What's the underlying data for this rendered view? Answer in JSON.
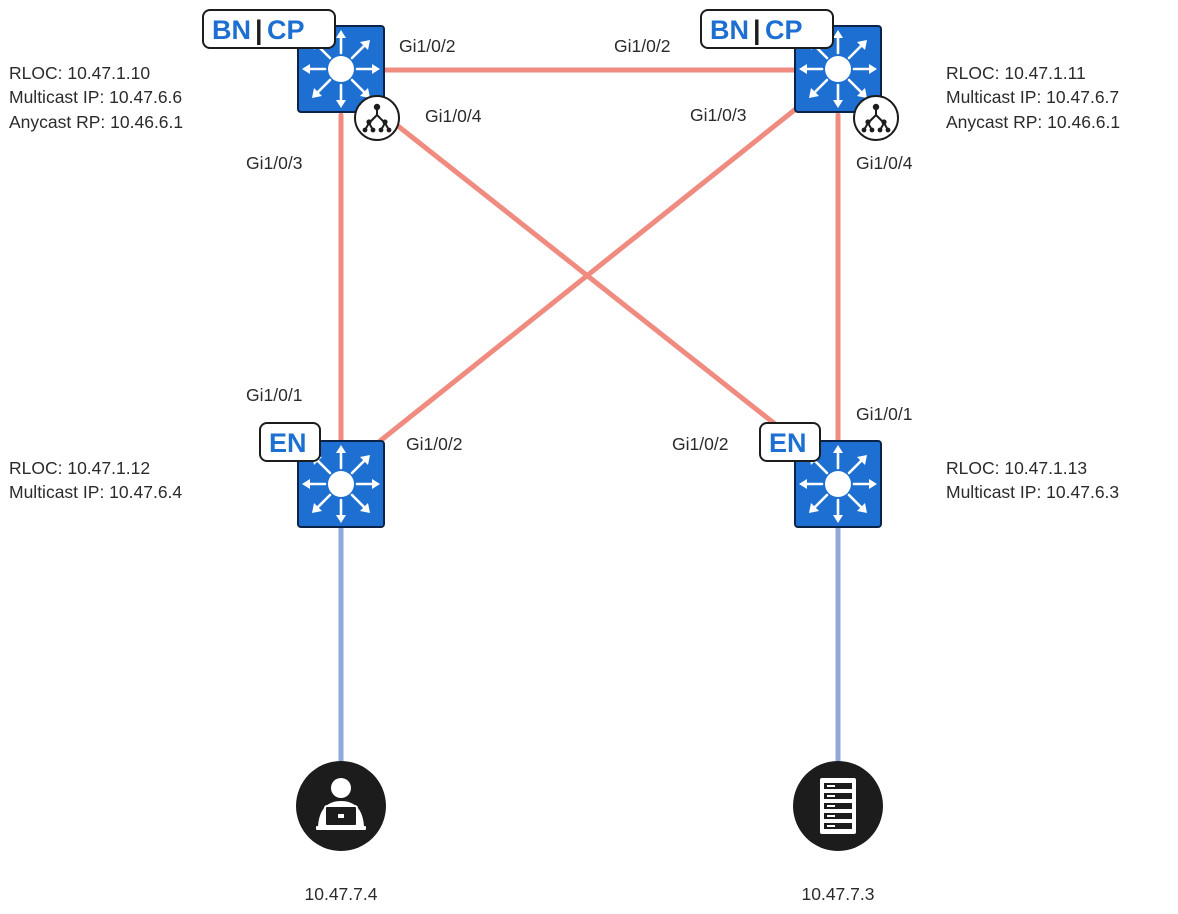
{
  "colors": {
    "fabric_link": "#f08b80",
    "access_link": "#8fa9d8",
    "switch_blue": "#1d6fd1",
    "switch_border": "#0b2346",
    "tag_blue": "#1d6fd1",
    "endpoint": "#1c1c1c"
  },
  "nodes": {
    "cp1": {
      "role_tag_left": "BN",
      "role_tag_sep": "|",
      "role_tag_right": "CP",
      "icon": "multilayer-switch-icon",
      "badge_icon": "multicast-rp-icon",
      "info": [
        "RLOC: 10.47.1.10",
        "Multicast IP: 10.47.6.6",
        "Anycast RP: 10.46.6.1"
      ]
    },
    "cp2": {
      "role_tag_left": "BN",
      "role_tag_sep": "|",
      "role_tag_right": "CP",
      "icon": "multilayer-switch-icon",
      "badge_icon": "multicast-rp-icon",
      "info": [
        "RLOC: 10.47.1.11",
        "Multicast IP: 10.47.6.7",
        "Anycast RP: 10.46.6.1"
      ]
    },
    "en1": {
      "role_tag": "EN",
      "icon": "multilayer-switch-icon",
      "info": [
        "RLOC: 10.47.1.12",
        "Multicast IP: 10.47.6.4"
      ]
    },
    "en2": {
      "role_tag": "EN",
      "icon": "multilayer-switch-icon",
      "info": [
        "RLOC: 10.47.1.13",
        "Multicast IP: 10.47.6.3"
      ]
    },
    "host1": {
      "icon": "user-laptop-icon",
      "ip": "10.47.7.4"
    },
    "host2": {
      "icon": "server-icon",
      "ip": "10.47.7.3"
    }
  },
  "ports": {
    "cp1_to_cp2": "Gi1/0/2",
    "cp2_to_cp1": "Gi1/0/2",
    "cp1_to_en2": "Gi1/0/4",
    "cp1_to_en1": "Gi1/0/3",
    "cp2_to_en1": "Gi1/0/3",
    "cp2_to_en2": "Gi1/0/4",
    "en1_to_cp1": "Gi1/0/1",
    "en1_to_cp2": "Gi1/0/2",
    "en2_to_cp1": "Gi1/0/2",
    "en2_to_cp2": "Gi1/0/1"
  }
}
